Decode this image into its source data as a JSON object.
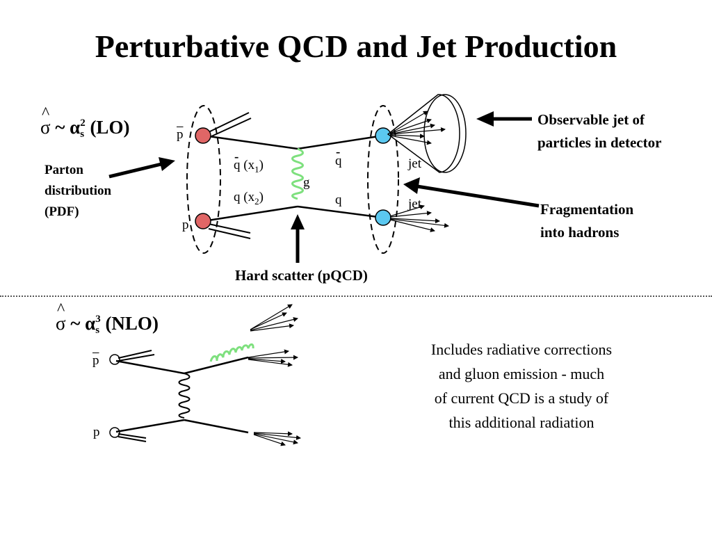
{
  "title": "Perturbative QCD and Jet Production",
  "lo": {
    "formula": {
      "sigma": "σ",
      "hat": "^",
      "tilde": "~",
      "alpha": "α",
      "power": "2",
      "sub": "s",
      "order": "(LO)"
    },
    "labels": {
      "pbar": "p",
      "p": "p",
      "qbar_x1": "q (x",
      "x1_sub": "1",
      "q_x2": "q (x",
      "x2_sub": "2",
      "close": ")",
      "g": "g",
      "qbar_out": "q",
      "q_out": "q",
      "jet_top": "jet",
      "jet_bottom": "jet"
    },
    "annotations": {
      "pdf": [
        "Parton",
        "distribution",
        "(PDF)"
      ],
      "observable": [
        "Observable jet of",
        "particles in detector"
      ],
      "fragmentation": [
        "Fragmentation",
        "into hadrons"
      ],
      "hard_scatter": "Hard scatter (pQCD)"
    }
  },
  "nlo": {
    "formula": {
      "sigma": "σ",
      "hat": "^",
      "tilde": "~",
      "alpha": "α",
      "power": "3",
      "sub": "s",
      "order": "(NLO)"
    },
    "labels": {
      "pbar": "p",
      "p": "p"
    },
    "description": [
      "Includes radiative corrections",
      "and gluon emission - much",
      "of current QCD is a study of",
      "this additional radiation"
    ]
  },
  "colors": {
    "proton": "#e06666",
    "jet_parton": "#5bc8f0",
    "gluon": "#7ee07e",
    "ink": "#000000"
  }
}
